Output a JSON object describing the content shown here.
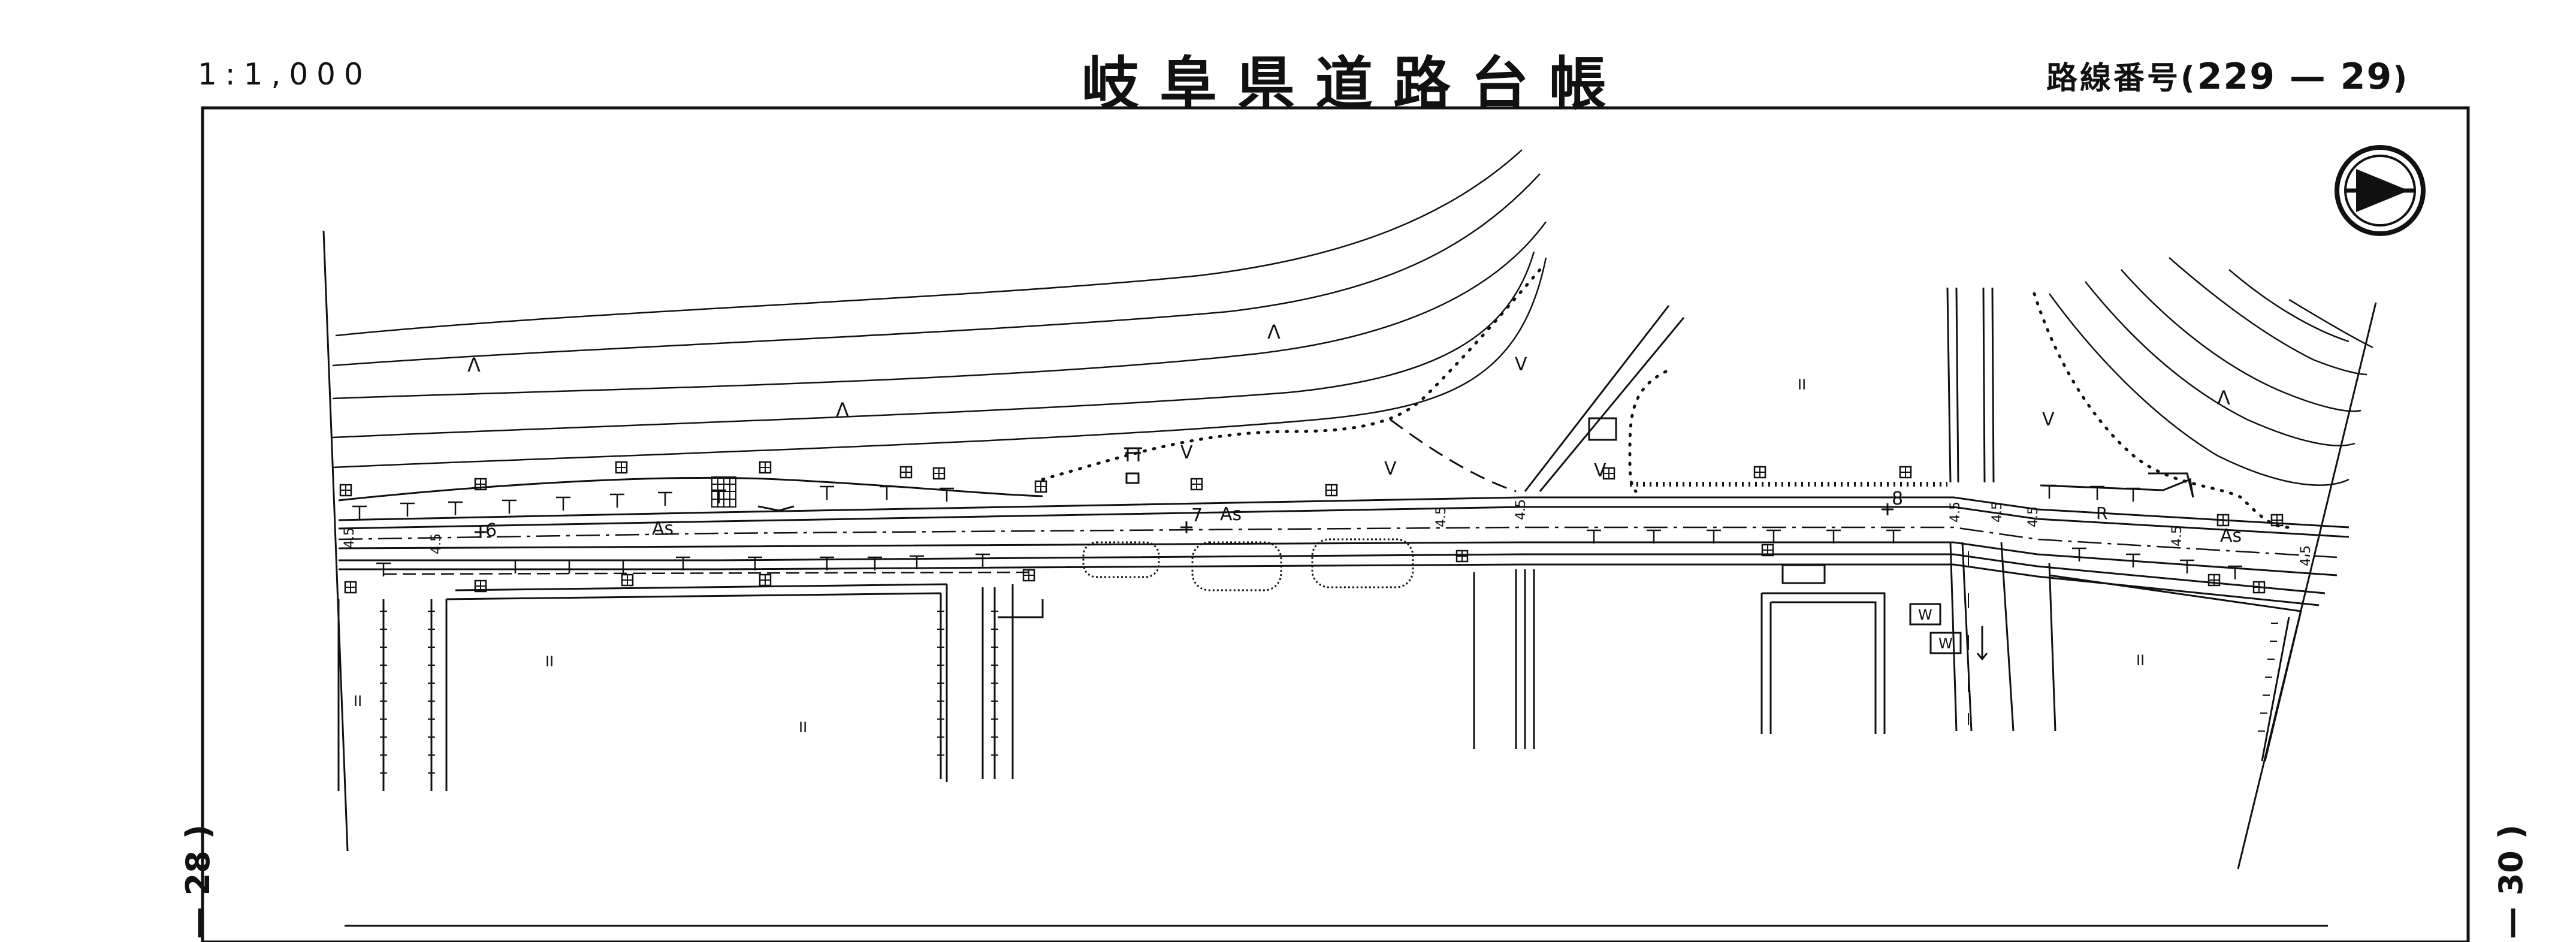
{
  "header": {
    "scale": "1:1,000",
    "title": "岐阜県道路台帳",
    "route_prefix": "路線番号(",
    "route_number": "229 — 29",
    "route_suffix": ")"
  },
  "adjacent_sheets": {
    "left": "— 28 )",
    "right": "— 30 )"
  },
  "map": {
    "stations": [
      "6",
      "7",
      "8"
    ],
    "pavement_label": "As",
    "guardrail_label": "R",
    "width_label": "4.5",
    "land_use": {
      "paddy": "II",
      "field": "V",
      "forest": "Λ"
    },
    "building_w": "W"
  }
}
